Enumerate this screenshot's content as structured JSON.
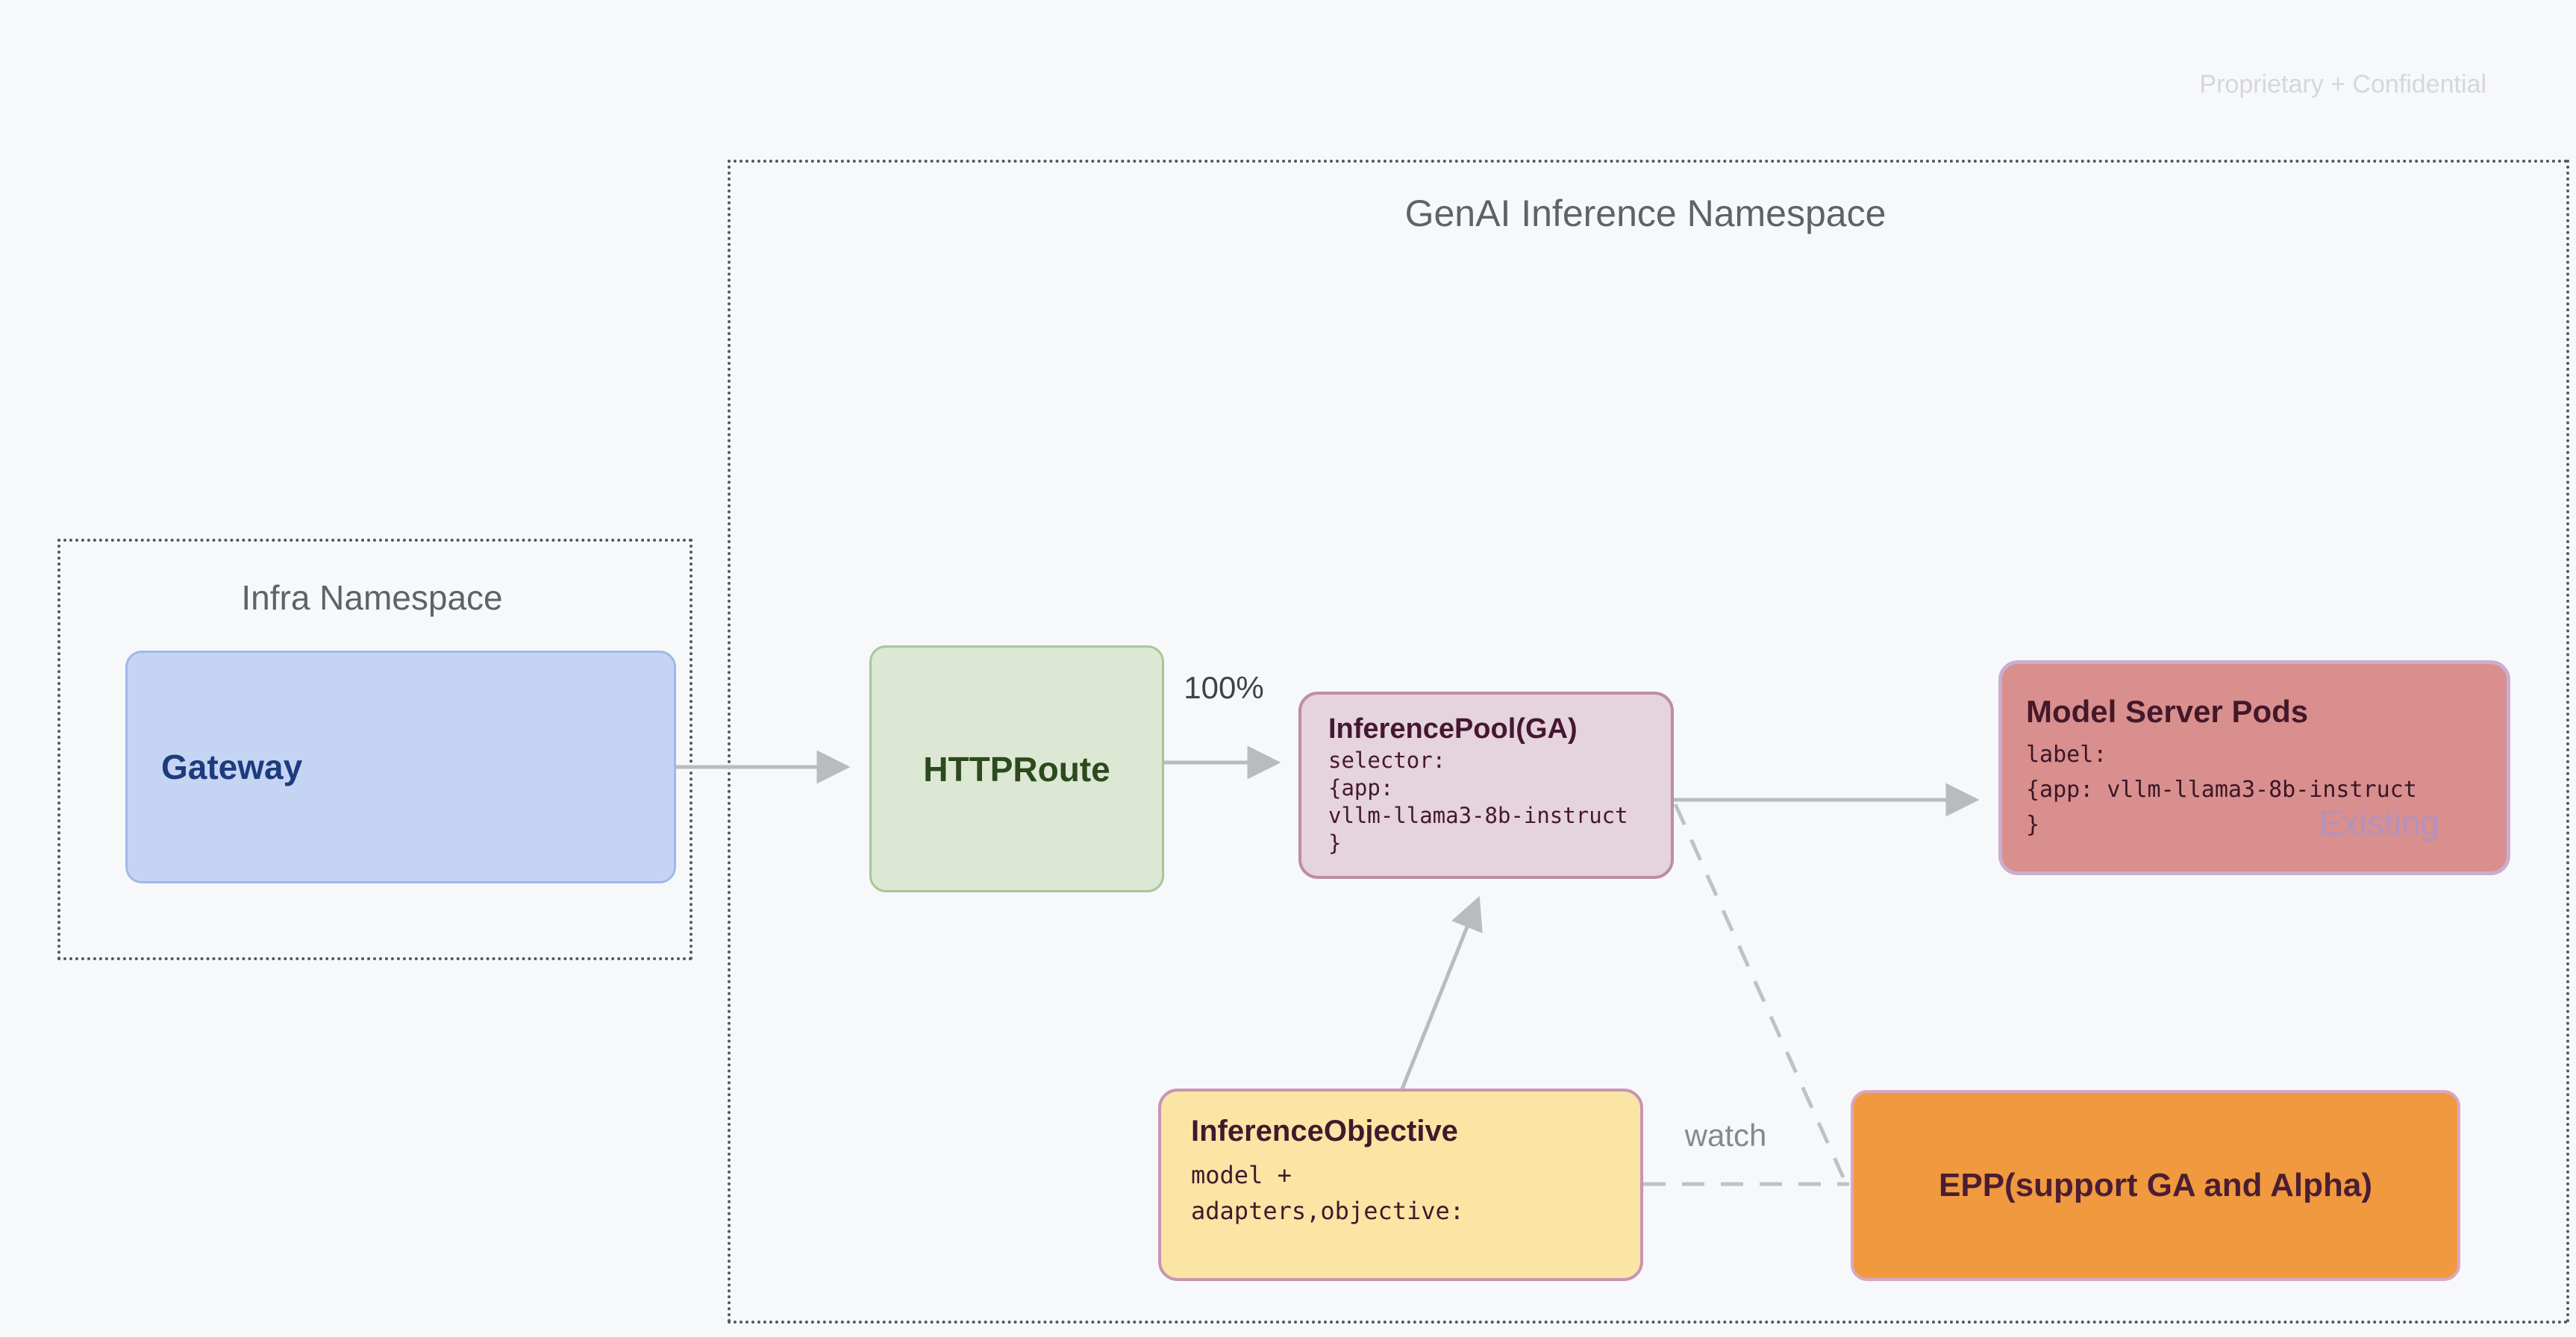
{
  "slide": {
    "watermark": "Proprietary + Confidential"
  },
  "namespaces": {
    "genai": {
      "title": "GenAI Inference Namespace"
    },
    "infra": {
      "title": "Infra Namespace"
    }
  },
  "nodes": {
    "gateway": {
      "label": "Gateway"
    },
    "httproute": {
      "label": "HTTPRoute"
    },
    "inference_pool": {
      "title": "InferencePool(GA)",
      "code": [
        "selector:",
        "{app:",
        "vllm-llama3-8b-instruct",
        "}"
      ]
    },
    "model_server_pods": {
      "title": "Model Server Pods",
      "code": [
        "label:",
        "{app: vllm-llama3-8b-instruct",
        "}"
      ],
      "badge": "Existing"
    },
    "inference_objective": {
      "title": "InferenceObjective",
      "code": [
        "model +",
        "adapters,objective:"
      ]
    },
    "epp": {
      "label": "EPP(support GA and Alpha)"
    }
  },
  "edges": {
    "httproute_to_pool_label": "100%",
    "objective_to_epp_label": "watch"
  },
  "colors": {
    "background": "#f7f8fa",
    "namespace_border": "#53565a",
    "namespace_title": "#5f6368",
    "arrow": "#b9bcbf",
    "gateway_fill": "#c6d4f3",
    "gateway_border": "#9fb8ea",
    "gateway_text": "#1d3b7d",
    "httproute_fill": "#dce8d3",
    "httproute_border": "#a9c596",
    "httproute_text": "#2c4a1d",
    "inference_pool_fill": "#e5d3dd",
    "inference_pool_border": "#bd8da8",
    "inference_pool_text": "#45182f",
    "model_server_pods_fill": "#d98f8e",
    "model_server_pods_border": "#cbadd0",
    "model_server_pods_text": "#431929",
    "existing_badge_text": "#af93c4",
    "inference_objective_fill": "#fbe5a4",
    "inference_objective_border": "#c795b2",
    "inference_objective_text": "#42182e",
    "epp_fill": "#f0993e",
    "epp_border": "#d7a8c4",
    "epp_text": "#4b1d34",
    "watermark_text": "#d5d7da"
  }
}
